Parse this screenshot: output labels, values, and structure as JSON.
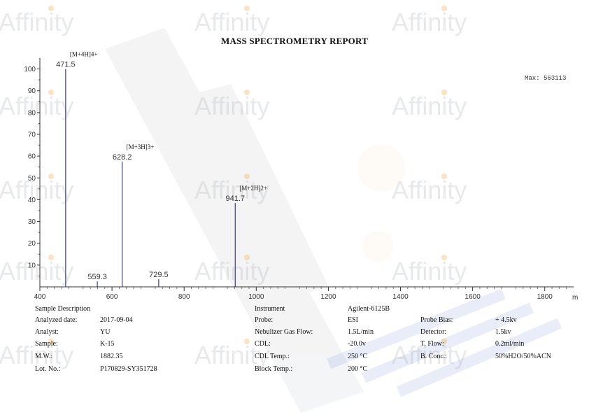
{
  "watermark": {
    "text": "Affinity"
  },
  "report": {
    "title": "MASS SPECTROMETRY REPORT",
    "max_label": "Max: 563113"
  },
  "chart_data": {
    "type": "bar",
    "xlim": [
      400,
      1880
    ],
    "ylim": [
      0,
      105
    ],
    "xticks": [
      400,
      600,
      800,
      1000,
      1200,
      1400,
      1600,
      1800
    ],
    "yticks": [
      10,
      20,
      30,
      40,
      50,
      60,
      70,
      80,
      90,
      100
    ],
    "x_end_label": "m",
    "grid": false,
    "peaks": [
      {
        "mz": 471.5,
        "intensity": 100,
        "label": "471.5",
        "ion": "[M+4H]4+"
      },
      {
        "mz": 628.2,
        "intensity": 57.5,
        "label": "628.2",
        "ion": "[M+3H]3+"
      },
      {
        "mz": 941.7,
        "intensity": 38.5,
        "label": "941.7",
        "ion": "[M+2H]2+"
      },
      {
        "mz": 559.3,
        "intensity": 2.5,
        "label": "559.3",
        "ion": ""
      },
      {
        "mz": 729.5,
        "intensity": 3.5,
        "label": "729.5",
        "ion": ""
      }
    ]
  },
  "info": {
    "section_title": "Sample Description",
    "analyzed_date": {
      "label": "Analyzed date:",
      "value": "2017-09-04"
    },
    "analyst": {
      "label": "Analyst:",
      "value": "YU"
    },
    "sample": {
      "label": "Sample:",
      "value": "K-15"
    },
    "mw": {
      "label": "M.W.:",
      "value": "1882.35"
    },
    "lot": {
      "label": "Lot. No.:",
      "value": "P170829-SY351728"
    },
    "instrument": {
      "label": "Instrument",
      "value": "Agilent-6125B"
    },
    "probe": {
      "label": "Probe:",
      "value": "ESI"
    },
    "nebulizer": {
      "label": "Nebulizer Gas Flow:",
      "value": "1.5L/min"
    },
    "cdl": {
      "label": "CDL:",
      "value": "-20.0v"
    },
    "cdl_temp": {
      "label": "CDL Temp.:",
      "value": "250 °C"
    },
    "block_temp": {
      "label": "Block Temp.:",
      "value": "200 °C"
    },
    "probe_bias": {
      "label": "Probe Bias:",
      "value": "+ 4.5kv"
    },
    "detector": {
      "label": "Detector:",
      "value": "1.5kv"
    },
    "t_flow": {
      "label": "T. Flow:",
      "value": "0.2ml/min"
    },
    "b_conc": {
      "label": "B. Conc.:",
      "value": "50%H2O/50%ACN"
    }
  }
}
